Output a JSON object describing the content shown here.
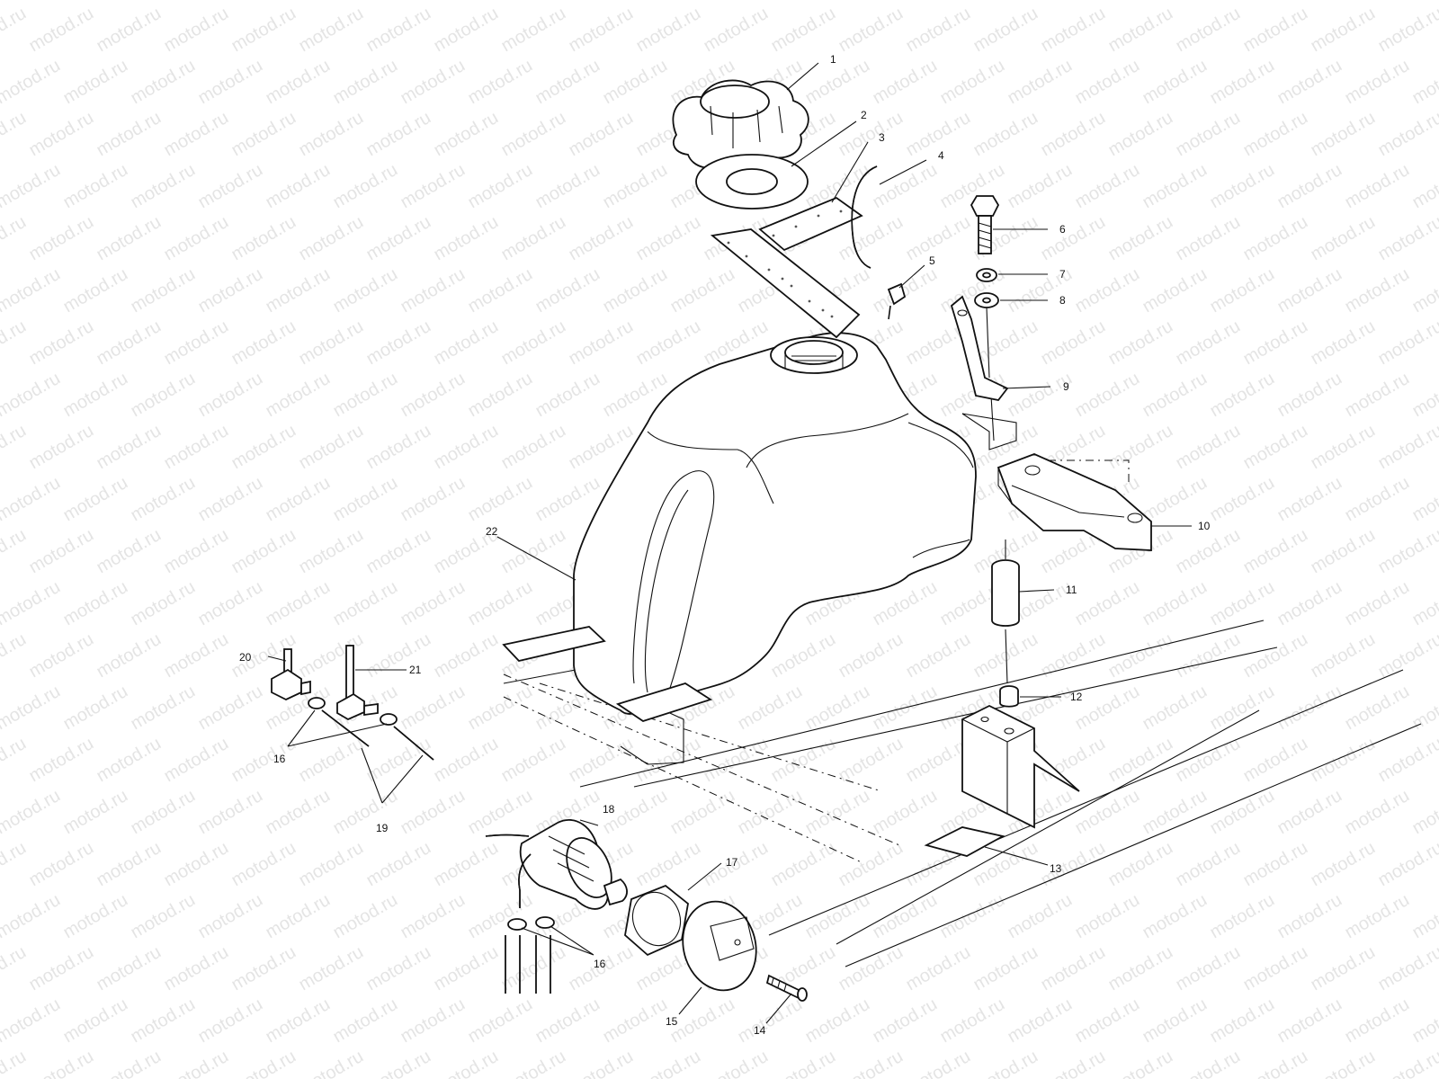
{
  "watermark": "motod.ru",
  "callouts": [
    {
      "id": "1",
      "label": "1"
    },
    {
      "id": "2",
      "label": "2"
    },
    {
      "id": "3",
      "label": "3"
    },
    {
      "id": "4",
      "label": "4"
    },
    {
      "id": "5",
      "label": "5"
    },
    {
      "id": "6",
      "label": "6"
    },
    {
      "id": "7",
      "label": "7"
    },
    {
      "id": "8",
      "label": "8"
    },
    {
      "id": "9",
      "label": "9"
    },
    {
      "id": "10",
      "label": "10"
    },
    {
      "id": "11",
      "label": "11"
    },
    {
      "id": "12",
      "label": "12"
    },
    {
      "id": "13",
      "label": "13"
    },
    {
      "id": "14",
      "label": "14"
    },
    {
      "id": "15",
      "label": "15"
    },
    {
      "id": "16a",
      "label": "16"
    },
    {
      "id": "16b",
      "label": "16"
    },
    {
      "id": "17",
      "label": "17"
    },
    {
      "id": "18",
      "label": "18"
    },
    {
      "id": "19",
      "label": "19"
    },
    {
      "id": "20",
      "label": "20"
    },
    {
      "id": "21",
      "label": "21"
    },
    {
      "id": "22",
      "label": "22"
    }
  ]
}
